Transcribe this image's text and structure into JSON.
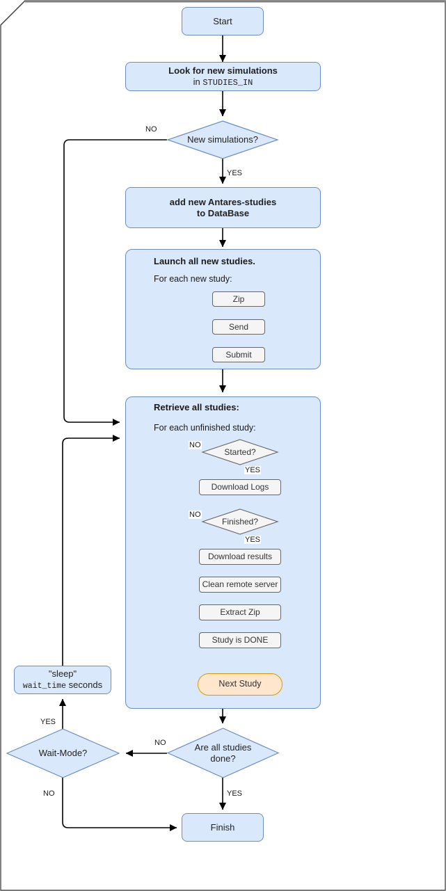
{
  "diagram": {
    "title": "Antares study launcher workflow flowchart",
    "colors": {
      "process_fill": "#dae8fc",
      "process_stroke": "#6c8ebf",
      "subprocess_fill": "#f5f5f5",
      "subprocess_stroke": "#666666",
      "highlight_fill": "#ffe6cc",
      "highlight_stroke": "#d79b00",
      "edge": "#000000",
      "inner_edge": "#666666"
    },
    "nodes": {
      "start": "Start",
      "look_for_line1": "Look for new simulations",
      "look_for_line2_prefix": "in ",
      "look_for_line2_mono": "STUDIES_IN",
      "new_simulations": "New simulations?",
      "add_studies_line1": "add new Antares-studies",
      "add_studies_line2": "to DataBase",
      "launch_title": "Launch all new studies.",
      "launch_sub": "For each new study:",
      "zip": "Zip",
      "send": "Send",
      "submit": "Submit",
      "retrieve_title": "Retrieve all studies:",
      "retrieve_sub": "For each unfinished study:",
      "started": "Started?",
      "download_logs": "Download Logs",
      "finished": "Finished?",
      "download_results": "Download results",
      "clean_remote_server": "Clean remote server",
      "extract_zip": "Extract Zip",
      "study_is_done": "Study is DONE",
      "next_study": "Next Study",
      "sleep_line1": "\"sleep\"",
      "sleep_mono": "wait_time",
      "sleep_line2_suffix": " seconds",
      "wait_mode": "Wait-Mode?",
      "all_studies_done_line1": "Are all studies",
      "all_studies_done_line2": "done?",
      "finish": "Finish"
    },
    "edge_labels": {
      "new_sim_no": "NO",
      "new_sim_yes": "YES",
      "started_no": "NO",
      "started_yes": "YES",
      "finished_no": "NO",
      "finished_yes": "YES",
      "all_done_no": "NO",
      "all_done_yes": "YES",
      "wait_mode_yes": "YES",
      "wait_mode_no": "NO"
    }
  }
}
